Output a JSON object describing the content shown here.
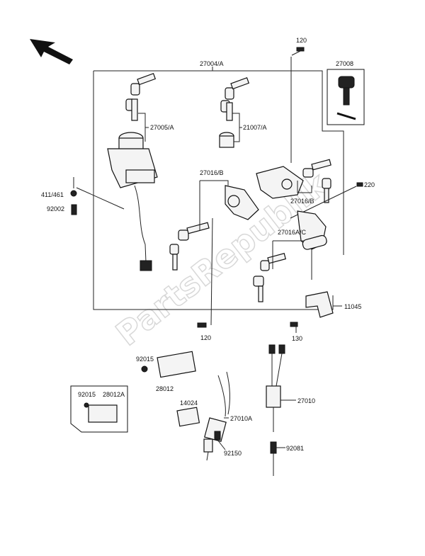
{
  "watermark": "PartsRepublik",
  "labels": {
    "p120_top": "120",
    "p27004A": "27004/A",
    "p27008": "27008",
    "p27005A": "27005/A",
    "p21007A": "21007/A",
    "p411_461": "411/461",
    "p92002": "92002",
    "p27016B_left": "27016/B",
    "p27016B_right": "27016/B",
    "p220": "220",
    "p27016AC": "27016A/C",
    "p11045": "11045",
    "p120_bottom": "120",
    "p130": "130",
    "p92015_a": "92015",
    "p28012": "28012",
    "p92015_b": "92015",
    "p28012A": "28012A",
    "p14024": "14024",
    "p27010A": "27010A",
    "p92150": "92150",
    "p27010": "27010",
    "p92081": "92081"
  },
  "icons": {
    "direction_arrow": "front-direction-arrow-icon"
  }
}
